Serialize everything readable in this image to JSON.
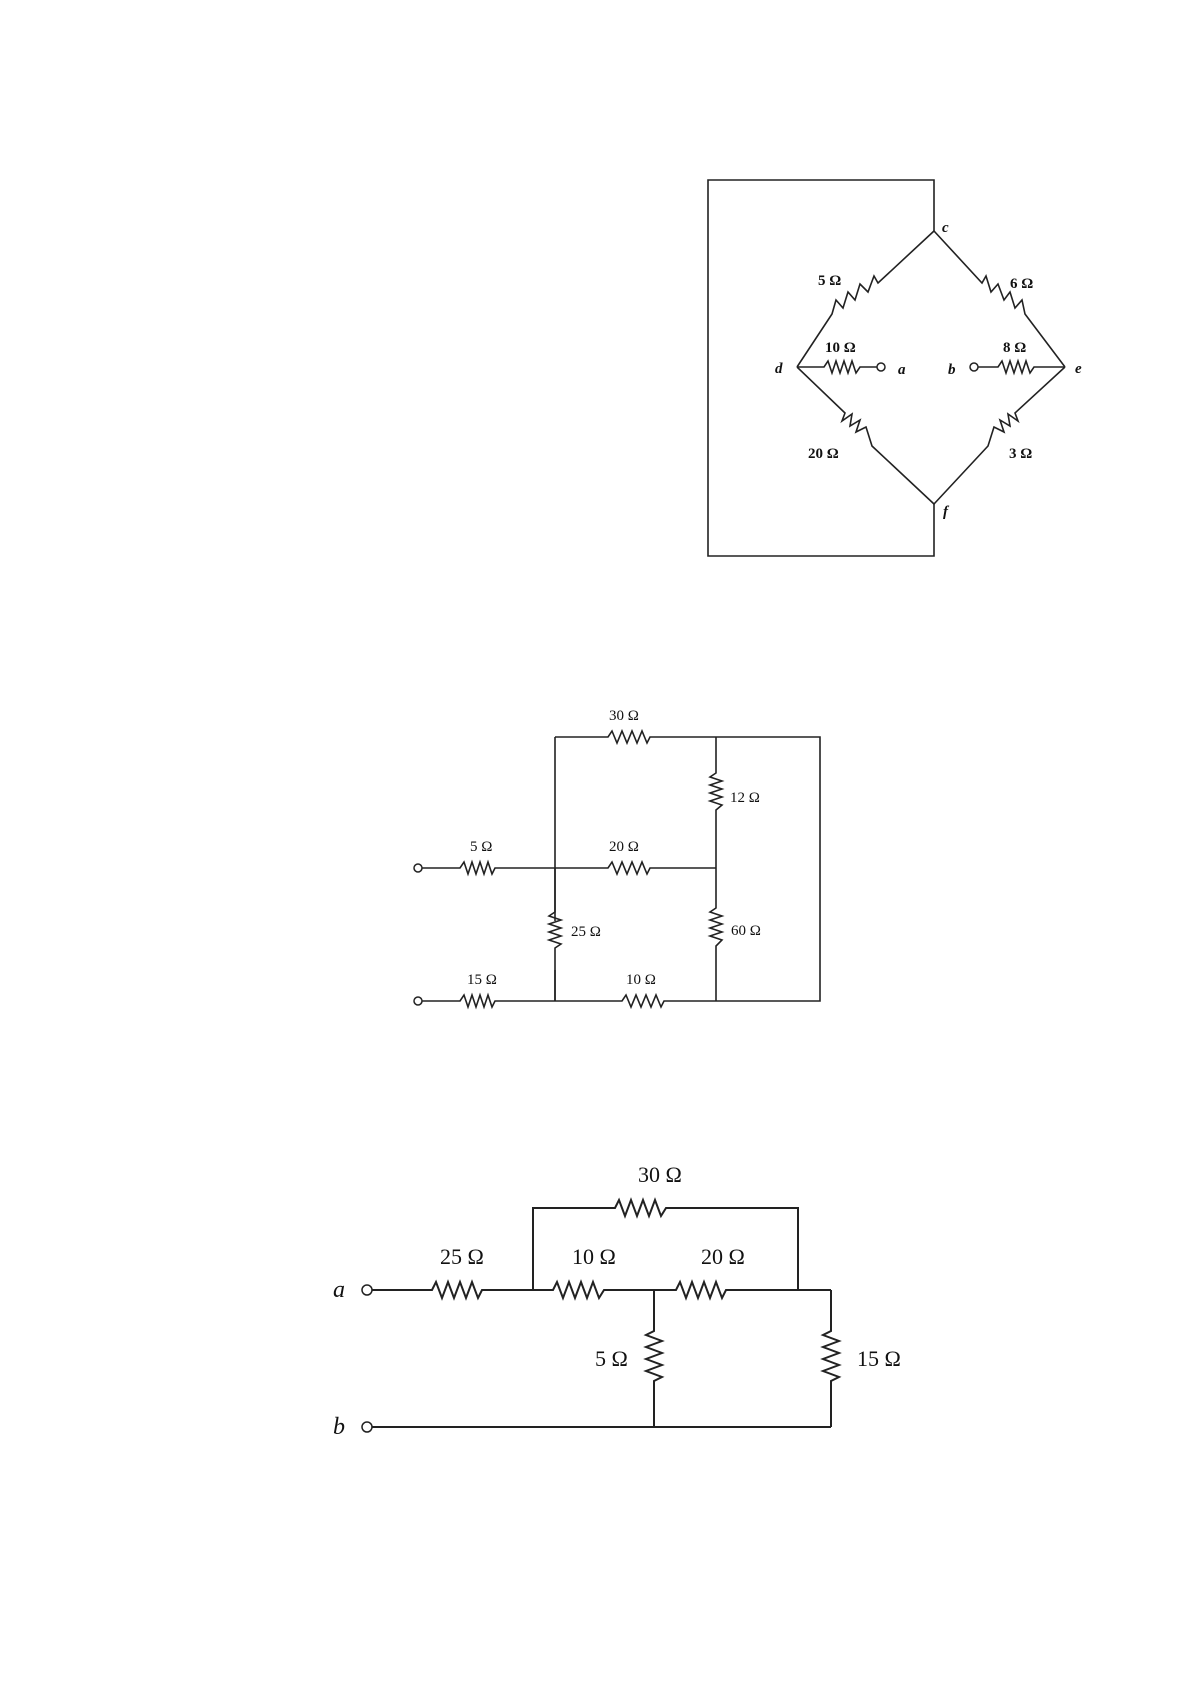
{
  "figures": [
    {
      "id": "bridge",
      "title": "",
      "resistors": [
        {
          "id": "R_cd",
          "label": "5 Ω",
          "from": "c",
          "to": "d"
        },
        {
          "id": "R_ce",
          "label": "6 Ω",
          "from": "c",
          "to": "e"
        },
        {
          "id": "R_da",
          "label": "10 Ω",
          "from": "d",
          "to": "a"
        },
        {
          "id": "R_be",
          "label": "8 Ω",
          "from": "b",
          "to": "e"
        },
        {
          "id": "R_df",
          "label": "20 Ω",
          "from": "d",
          "to": "f"
        },
        {
          "id": "R_ef",
          "label": "3 Ω",
          "from": "e",
          "to": "f"
        }
      ],
      "nodes": {
        "c": "c",
        "d": "d",
        "e": "e",
        "f": "f",
        "a": "a",
        "b": "b"
      },
      "notes": "c and f are shorted by an outer wire loop"
    },
    {
      "id": "ladder",
      "resistors": [
        {
          "id": "R1",
          "label": "30 Ω"
        },
        {
          "id": "R2",
          "label": "12 Ω"
        },
        {
          "id": "R3",
          "label": "5 Ω"
        },
        {
          "id": "R4",
          "label": "20 Ω"
        },
        {
          "id": "R5",
          "label": "25 Ω"
        },
        {
          "id": "R6",
          "label": "60 Ω"
        },
        {
          "id": "R7",
          "label": "15 Ω"
        },
        {
          "id": "R8",
          "label": "10 Ω"
        }
      ]
    },
    {
      "id": "network-ab",
      "resistors": [
        {
          "id": "R1",
          "label": "30 Ω"
        },
        {
          "id": "R2",
          "label": "25 Ω"
        },
        {
          "id": "R3",
          "label": "10 Ω"
        },
        {
          "id": "R4",
          "label": "20 Ω"
        },
        {
          "id": "R5",
          "label": "5 Ω"
        },
        {
          "id": "R6",
          "label": "15 Ω"
        }
      ],
      "terminals": {
        "a": "a",
        "b": "b"
      }
    }
  ]
}
